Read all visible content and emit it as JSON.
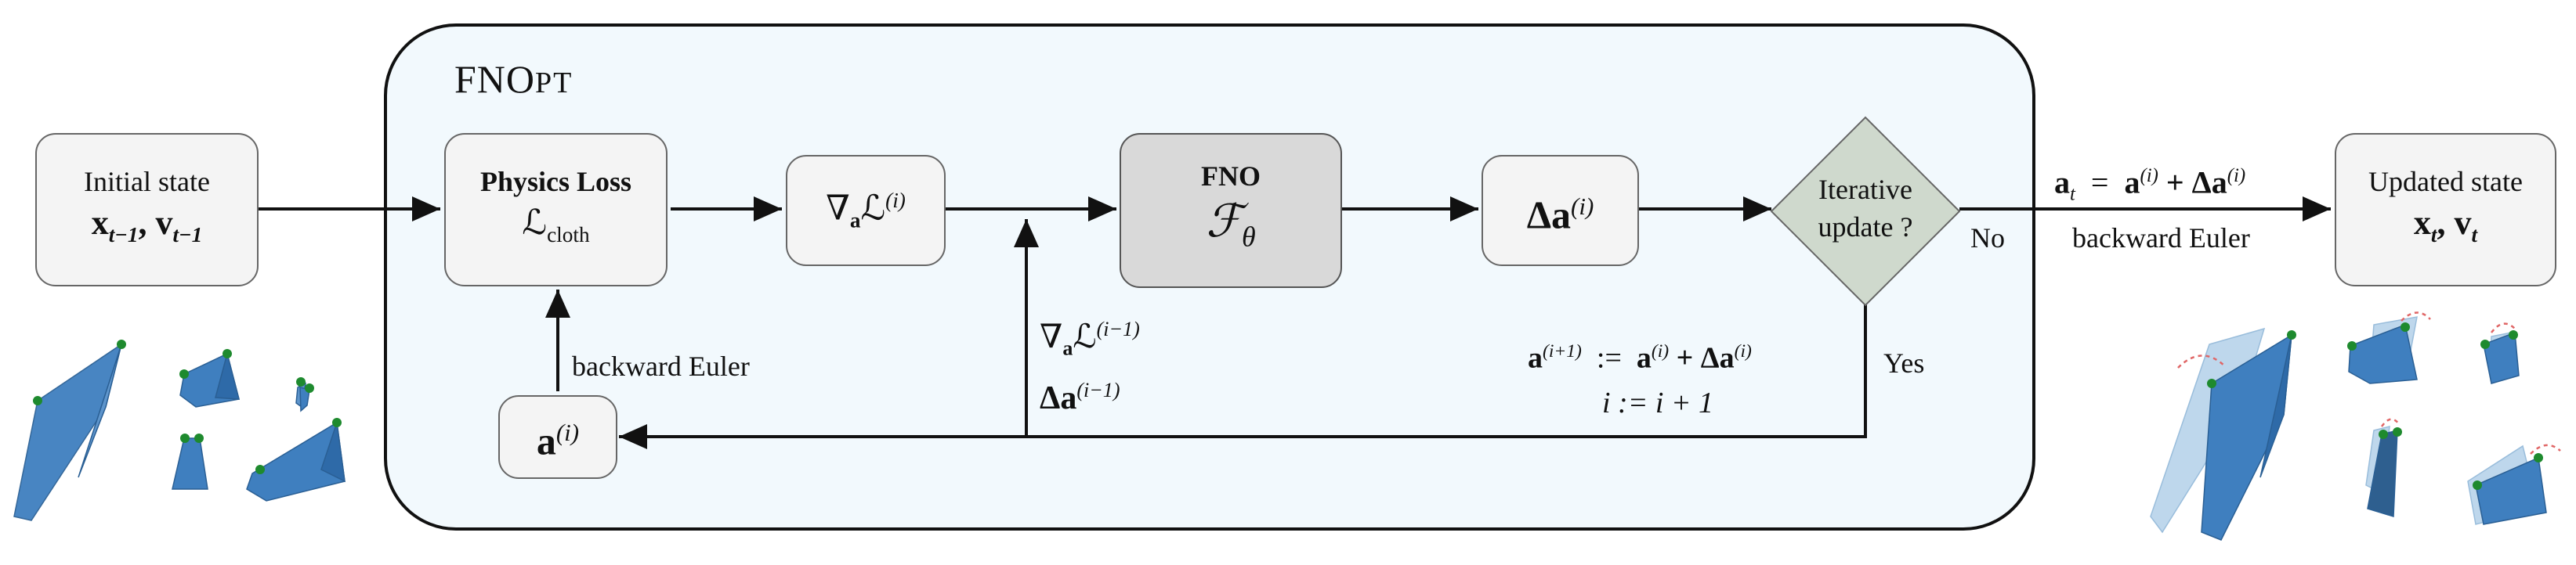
{
  "panel": {
    "title_main": "FNO",
    "title_small": "PT"
  },
  "initial_state": {
    "label": "Initial state",
    "vars": "x",
    "sub1": "t−1",
    "v": "v",
    "sub2": "t−1"
  },
  "physics_loss": {
    "label": "Physics Loss",
    "symbol": "ℒ",
    "sub": "cloth"
  },
  "gradient": {
    "nabla": "∇",
    "sub": "a",
    "symbol": "ℒ",
    "sup": "(i)"
  },
  "fno": {
    "label": "FNO",
    "symbol": "ℱ",
    "sub": "θ"
  },
  "delta": {
    "symbol": "Δa",
    "sup": "(i)"
  },
  "decision": {
    "line1": "Iterative",
    "line2": "update ?",
    "no": "No",
    "yes": "Yes"
  },
  "updated_state": {
    "label": "Updated state",
    "x": "x",
    "sub1": "t",
    "v": "v",
    "sub2": "t"
  },
  "update_rule": {
    "lhs": "a",
    "lhs_sub": "t",
    "eq": "=",
    "a": "a",
    "a_sup": "(i)",
    "plus": "+ Δa",
    "d_sup": "(i)"
  },
  "euler_right": "backward Euler",
  "euler_left": "backward Euler",
  "a_box": {
    "symbol": "a",
    "sup": "(i)"
  },
  "prev": {
    "grad_nabla": "∇",
    "grad_sub": "a",
    "grad_symbol": "ℒ",
    "grad_sup": "(i−1)",
    "delta": "Δa",
    "delta_sup": "(i−1)"
  },
  "iter_rule": {
    "lhs": "a",
    "lhs_sup": "(i+1)",
    "assign": ":=",
    "a": "a",
    "a_sup": "(i)",
    "plus": "+ Δa",
    "d_sup": "(i)",
    "line2": "i := i + 1"
  },
  "colors": {
    "cloth": "#3f7fbf",
    "cloth_light": "#b7d3ea",
    "pin": "#1e8a2e",
    "panel_bg": "#f2f9fd",
    "fno_box": "#d9d9d9",
    "diamond": "#cfd9cd"
  }
}
